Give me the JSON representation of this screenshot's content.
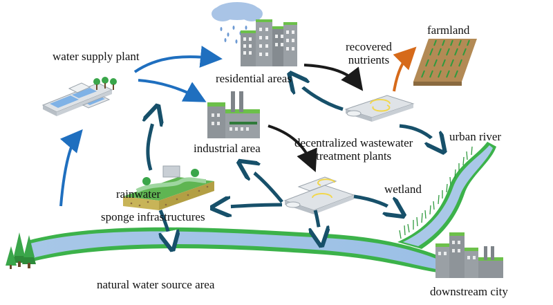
{
  "labels": {
    "water_supply_plant": "water supply plant",
    "residential_areas": "residential areas",
    "recovered_nutrients_1": "recovered",
    "recovered_nutrients_2": "nutrients",
    "farmland": "farmland",
    "industrial_area": "industrial area",
    "dwtp_1": "decentralized wastewater",
    "dwtp_2": "treatment plants",
    "urban_river": "urban river",
    "wetland": "wetland",
    "rainwater": "rainwater",
    "sponge_infrastructures": "sponge infrastructures",
    "natural_water_source_area": "natural water source area",
    "downstream_city": "downstream city"
  },
  "colors": {
    "blue_arrow": "#1f6fbf",
    "dark_teal_arrow": "#17506a",
    "black_arrow": "#1a1a1a",
    "orange_arrow": "#d66a1a",
    "water": "#a9c8e8",
    "green_bank": "#3cb24a",
    "building_gray": "#8e9499",
    "roof_green": "#6cc04a",
    "cloud": "#a9c4e6"
  }
}
